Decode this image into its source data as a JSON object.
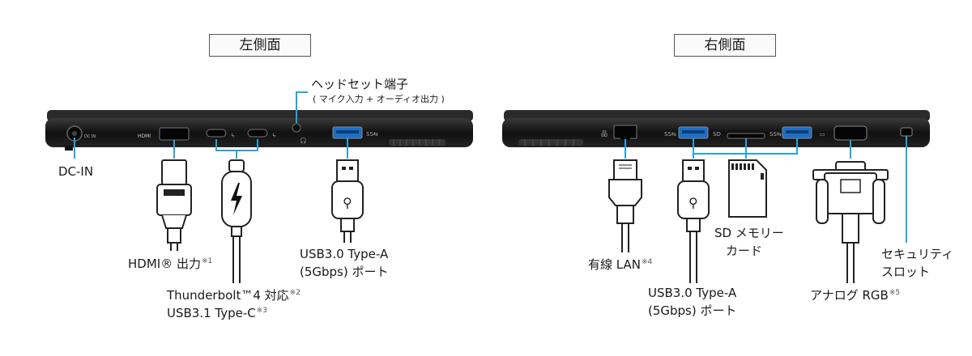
{
  "titles": {
    "left_side": "左側面",
    "right_side": "右側面"
  },
  "labels": {
    "dc_in": "DC-IN",
    "hdmi": "HDMI® 出力",
    "hdmi_note": "※1",
    "thunderbolt_line1": "Thunderbolt™4 対応",
    "thunderbolt_note": "※2",
    "thunderbolt_line2": "USB3.1 Type-C",
    "usbc_note": "※3",
    "headset": "ヘッドセット端子",
    "headset_sub": "( マイク入力 + オーディオ出力 )",
    "usb_left_line1": "USB3.0 Type-A",
    "usb_left_line2": "(5Gbps) ポート",
    "lan": "有線 LAN",
    "lan_note": "※4",
    "usb_right_line1": "USB3.0 Type-A",
    "usb_right_line2": "(5Gbps) ポート",
    "sd_line1": "SD メモリー",
    "sd_line2": "カード",
    "rgb": "アナログ RGB",
    "rgb_note": "※5",
    "security_line1": "セキュリティ",
    "security_line2": "スロット"
  },
  "port_markings": {
    "dc_in": "DC IN",
    "hdmi": "HDMI"
  },
  "colors": {
    "accent": "#29a3dc",
    "body": "#1b1b1b",
    "line": "#333333"
  }
}
